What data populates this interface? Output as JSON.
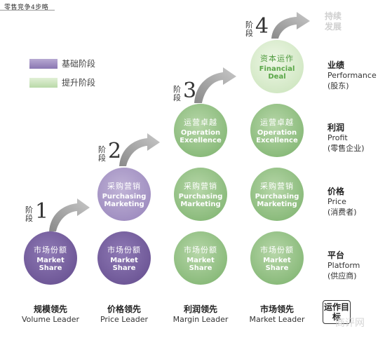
{
  "title": "零售竞争4步略",
  "legend": [
    {
      "label": "基础阶段",
      "color": "#9d8bbf"
    },
    {
      "label": "提升阶段",
      "color": "#c9e3bb"
    }
  ],
  "stages": [
    {
      "label": "阶段",
      "number": "1"
    },
    {
      "label": "阶段",
      "number": "2"
    },
    {
      "label": "阶段",
      "number": "3"
    },
    {
      "label": "阶段",
      "number": "4"
    }
  ],
  "end_text": "持续发展",
  "rows": {
    "platform": {
      "cn": "市场份额",
      "en1": "Market",
      "en2": "Share"
    },
    "price": {
      "cn": "采购营销",
      "en1": "Purchasing",
      "en2": "Marketing"
    },
    "profit": {
      "cn": "运营卓越",
      "en1": "Operation",
      "en2": "Excellence"
    },
    "performance": {
      "cn": "资本运作",
      "en1": "Financial",
      "en2": "Deal"
    }
  },
  "right_labels": [
    {
      "cn": "业绩",
      "en": "Performance",
      "sub": "(股东)"
    },
    {
      "cn": "利润",
      "en": "Profit",
      "sub": "(零售企业)"
    },
    {
      "cn": "价格",
      "en": "Price",
      "sub": "(消费者)"
    },
    {
      "cn": "平台",
      "en": "Platform",
      "sub": "(供应商)"
    }
  ],
  "leaders": [
    {
      "cn": "规模领先",
      "en": "Volume Leader"
    },
    {
      "cn": "价格领先",
      "en": "Price Leader"
    },
    {
      "cn": "利润领先",
      "en": "Margin Leader"
    },
    {
      "cn": "市场领先",
      "en": "Market Leader"
    }
  ],
  "goal_label": "运作目标",
  "watermark": "商评网",
  "colors": {
    "purple_dark": "#6b5494",
    "purple_light": "#9d8bbf",
    "green": "#86b877",
    "green_light": "#cfe6c1",
    "arrow_gray": "#b5b5b5"
  }
}
